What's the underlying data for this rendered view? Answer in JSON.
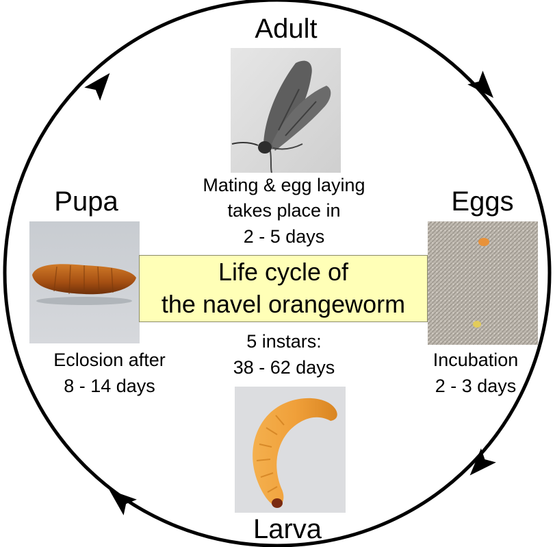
{
  "stages": {
    "adult": {
      "title": "Adult",
      "note": [
        "Mating & egg laying",
        "takes place in",
        "2 - 5 days"
      ]
    },
    "eggs": {
      "title": "Eggs",
      "note": [
        "Incubation",
        "2 - 3 days"
      ]
    },
    "larva": {
      "title": "Larva",
      "note": [
        "5 instars:",
        "38 - 62 days"
      ]
    },
    "pupa": {
      "title": "Pupa",
      "note": [
        "Eclosion after",
        "8 - 14 days"
      ]
    }
  },
  "center": {
    "line1": "Life cycle of",
    "line2": "the navel orangeworm"
  },
  "icons": {
    "adult_photo": "moth-photo",
    "eggs_photo": "eggs-on-fabric-photo",
    "larva_photo": "larva-photo",
    "pupa_photo": "pupa-photo",
    "arrows": "clockwise-arrowhead"
  },
  "colors": {
    "center_box": "#ffffb7",
    "cycle_line": "#000000",
    "larva": "#f0a03a",
    "pupa": "#a54f12"
  }
}
